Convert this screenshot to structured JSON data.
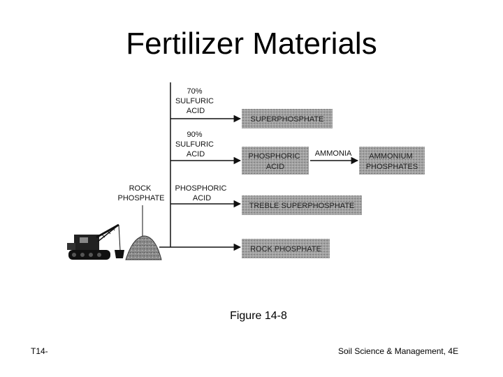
{
  "slide": {
    "title": "Fertilizer Materials",
    "caption": "Figure 14-8",
    "footer_left": "T14-",
    "footer_right": "Soil Science & Management, 4E"
  },
  "diagram": {
    "source_label": [
      "ROCK",
      "PHOSPHATE"
    ],
    "branch_labels": [
      [
        "70%",
        "SULFURIC",
        "ACID"
      ],
      [
        "90%",
        "SULFURIC",
        "ACID"
      ],
      [
        "PHOSPHORIC",
        "ACID"
      ]
    ],
    "boxes": [
      [
        "SUPERPHOSPHATE"
      ],
      [
        "PHOSPHORIC",
        "ACID"
      ],
      [
        "TREBLE SUPERPHOSPHATE"
      ],
      [
        "ROCK PHOSPHATE"
      ],
      [
        "AMMONIUM",
        "PHOSPHATES"
      ]
    ],
    "connector_label": "AMMONIA",
    "box_fill": "#9a9a9a"
  }
}
